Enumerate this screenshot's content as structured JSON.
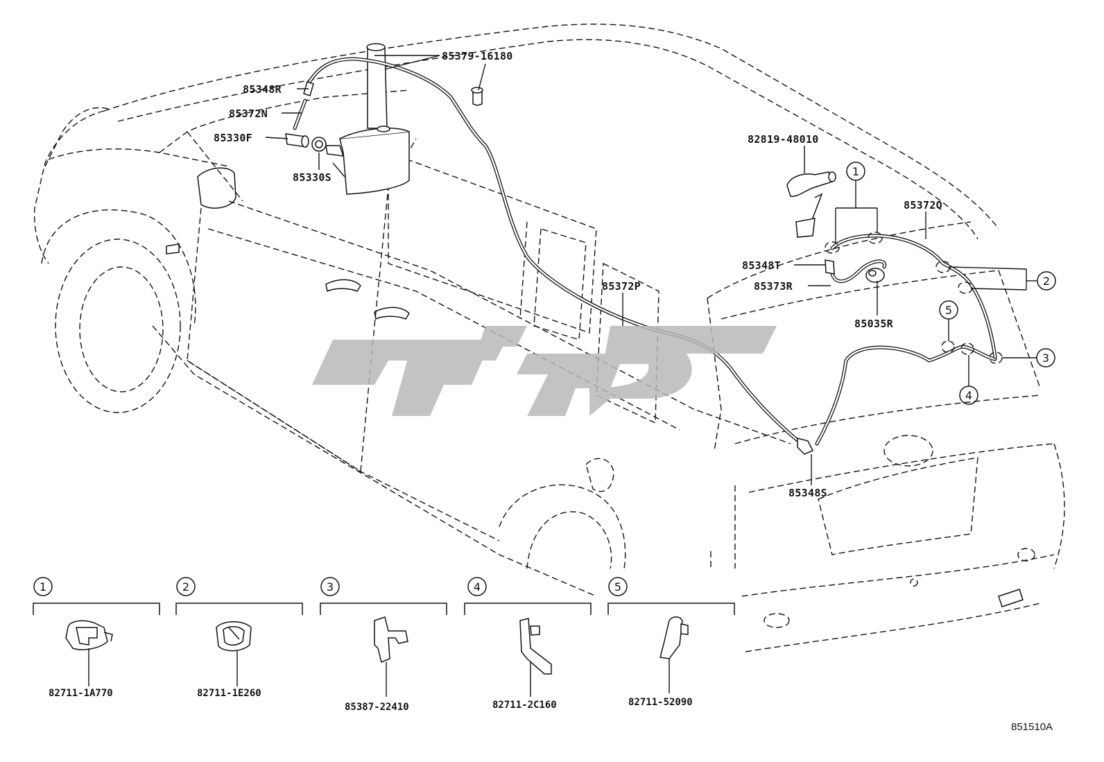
{
  "diagram_code": "851510A",
  "watermark": "",
  "callouts": {
    "c1": "85379-16180",
    "c2": "85348R",
    "c3": "85372N",
    "c4": "85330F",
    "c5": "85330S",
    "c6": "82819-48010",
    "c7": "85372Q",
    "c8": "85348T",
    "c9": "85373R",
    "c10": "85035R",
    "c11": "85372P",
    "c12": "85348S"
  },
  "markers": {
    "m1": "1",
    "m2": "2",
    "m3": "3",
    "m4": "4",
    "m5": "5"
  },
  "legend": [
    {
      "index": "1",
      "part_number": "82711-1A770"
    },
    {
      "index": "2",
      "part_number": "82711-1E260"
    },
    {
      "index": "3",
      "part_number": "85387-22410"
    },
    {
      "index": "4",
      "part_number": "82711-2C160"
    },
    {
      "index": "5",
      "part_number": "82711-52090"
    }
  ]
}
